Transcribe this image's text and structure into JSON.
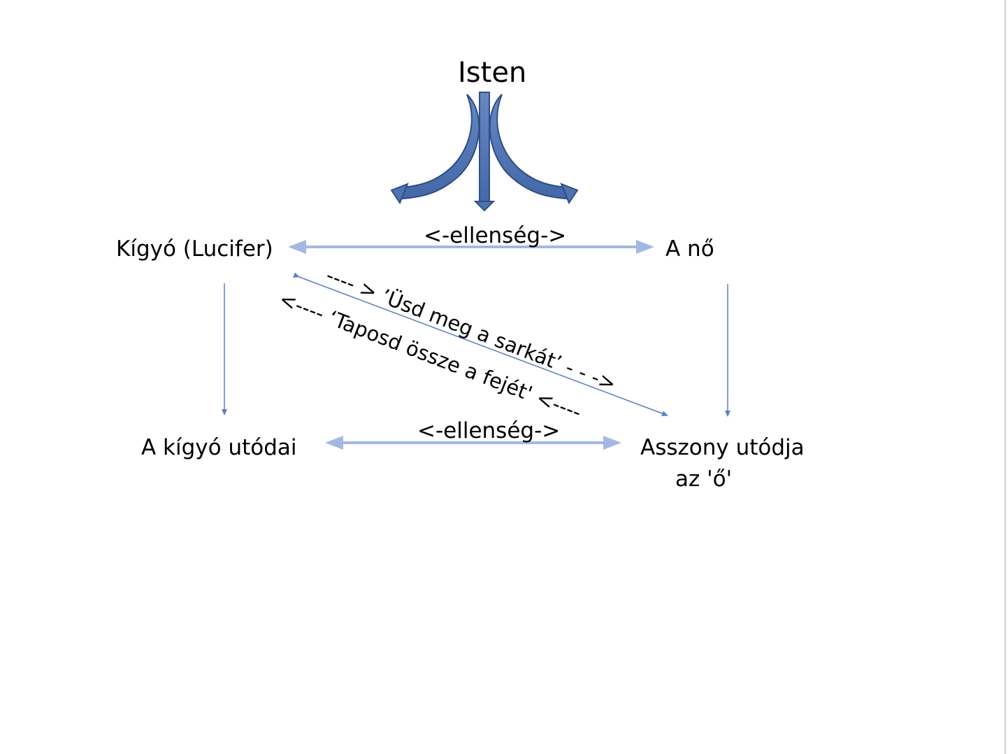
{
  "diagram": {
    "top_node": "Isten",
    "node_serpent": "Kígyó (Lucifer)",
    "node_woman": "A nő",
    "node_serpent_offspring": "A kígyó utódai",
    "node_woman_offspring_line1": "Asszony utódja",
    "node_woman_offspring_line2": "az  'ő'",
    "enmity_top": "<-ellenség->",
    "enmity_bottom": "<-ellenség->",
    "diag_upper": "---- > ’Üsd meg a sarkát’ - - ->",
    "diag_lower": "<----  ‘Taposd össze a fejét' <----",
    "colors": {
      "thick_arrow": "#a4b8e4",
      "thin_arrow": "#5b7fbf",
      "curved_arrow_fill": "#4f73b0",
      "curved_arrow_stroke": "#2e4f86"
    }
  }
}
